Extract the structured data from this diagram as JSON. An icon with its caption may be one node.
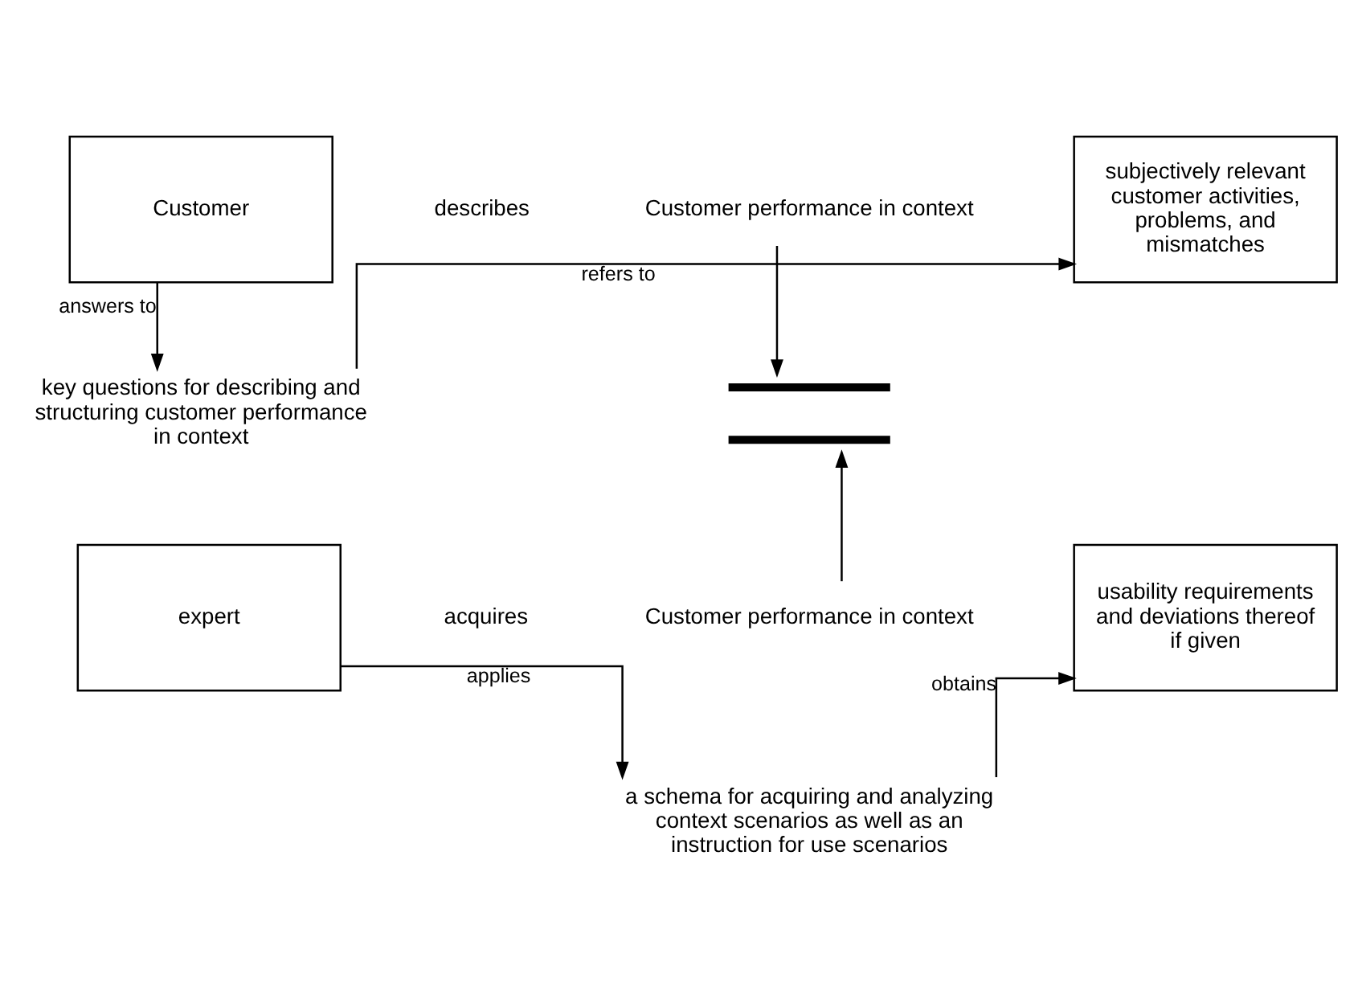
{
  "diagram": {
    "nodes": [
      {
        "text": [
          "Customer"
        ]
      },
      {
        "text": [
          "key questions for describing and structuring customer performance in context"
        ]
      },
      {
        "text": [
          "subjectively relevant customer activities, problems, and mismatches"
        ]
      },
      {
        "text": [
          "Customer performance in context"
        ]
      },
      {
        "text": [],
        "shape": "bar"
      },
      {
        "text": [
          "expert"
        ]
      },
      {
        "text": [
          "Customer performance in context"
        ]
      },
      {
        "text": [
          "usability requirements and deviations thereof if given"
        ]
      },
      {
        "text": [
          "a schema for acquiring and analyzing context scenarios as well as an instruction for use scenarios"
        ]
      }
    ],
    "edges": [
      {
        "from": 0,
        "to": 1,
        "arrow": "to",
        "label": "answers to"
      },
      {
        "from": 1,
        "to": 2,
        "arrow": "to",
        "label": "refers to"
      },
      {
        "from": 3,
        "to": 4,
        "arrow": "to"
      },
      {
        "from": 6,
        "to": 4,
        "arrow": "to"
      },
      {
        "from": 5,
        "to": 8,
        "arrow": "to",
        "label": "applies"
      },
      {
        "from": 8,
        "to": 7,
        "arrow": "to",
        "label": "obtains"
      }
    ],
    "labels": [
      "describes",
      "acquires"
    ]
  }
}
